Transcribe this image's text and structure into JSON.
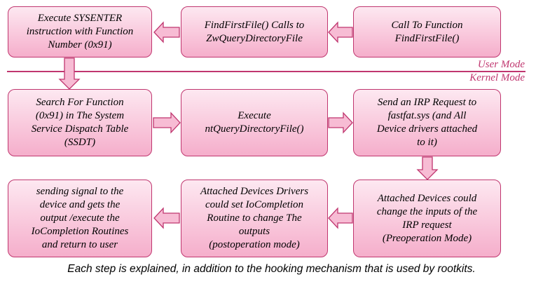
{
  "diagram": {
    "modes": {
      "user": "User Mode",
      "kernel": "Kernel Mode"
    },
    "steps": [
      {
        "id": "call-findfirstfile",
        "text": "Call To Function\nFindFirstFile()"
      },
      {
        "id": "findfirstfile-calls",
        "text": "FindFirstFile() Calls to\nZwQueryDirectoryFile"
      },
      {
        "id": "execute-sysenter",
        "text": "Execute SYSENTER\ninstruction with Function\nNumber (0x91)"
      },
      {
        "id": "search-ssdt",
        "text": "Search For Function\n(0x91) in The System\nService Dispatch Table\n(SSDT)"
      },
      {
        "id": "execute-ntquery",
        "text": "Execute\nntQueryDirectoryFile()"
      },
      {
        "id": "send-irp",
        "text": "Send an IRP Request to\nfastfat.sys (and All\nDevice drivers attached\nto it)"
      },
      {
        "id": "preoperation",
        "text": "Attached Devices could\nchange the inputs of the\nIRP request\n(Preoperation Mode)"
      },
      {
        "id": "postoperation",
        "text": "Attached Devices Drivers\ncould set IoCompletion\nRoutine to change The\noutputs\n(postoperation mode)"
      },
      {
        "id": "send-signal",
        "text": "sending signal to the\ndevice and gets the\noutput /execute the\nIoCompletion Routines\nand return to user"
      }
    ],
    "caption": "Each step is explained, in addition to the hooking mechanism that is used by rootkits."
  }
}
